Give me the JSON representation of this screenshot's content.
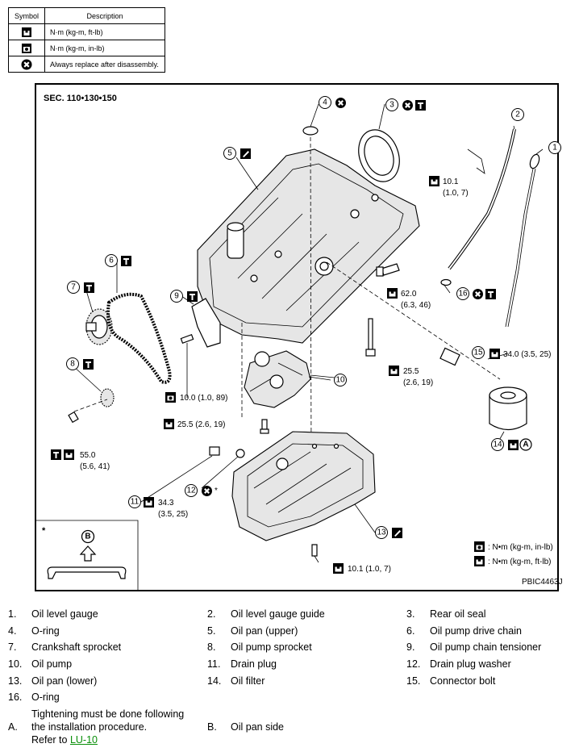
{
  "symbol_table": {
    "header_symbol": "Symbol",
    "header_description": "Description",
    "rows": [
      {
        "icon": "torque-wrench-ft-lb-icon",
        "description": "N·m (kg-m, ft-lb)"
      },
      {
        "icon": "torque-wrench-in-lb-icon",
        "description": "N·m (kg-m, in-lb)"
      },
      {
        "icon": "always-replace-icon",
        "description": "Always replace after disassembly."
      }
    ]
  },
  "diagram": {
    "section": "SEC. 110•130•150",
    "figure_id": "PBIC4463J",
    "callouts": [
      "1",
      "2",
      "3",
      "4",
      "5",
      "6",
      "7",
      "8",
      "9",
      "10",
      "11",
      "12",
      "13",
      "14",
      "15",
      "16"
    ],
    "letters": {
      "A": "A",
      "B": "B"
    },
    "asterisk": "*",
    "torques": {
      "t1": "10.1",
      "t1b": "(1.0, 7)",
      "t2": "62.0",
      "t2b": "(6.3, 46)",
      "t3": "25.5",
      "t3b": "(2.6, 19)",
      "t4": "34.0 (3.5, 25)",
      "t5": "10.0 (1.0, 89)",
      "t6": "25.5 (2.6, 19)",
      "t7": "55.0",
      "t7b": "(5.6, 41)",
      "t8": "34.3",
      "t8b": "(3.5, 25)",
      "t9": "10.1 (1.0, 7)"
    },
    "legend": {
      "in_lb": ": N•m (kg-m, in-lb)",
      "ft_lb": ": N•m (kg-m, ft-lb)"
    }
  },
  "parts": [
    {
      "num": "1.",
      "name": "Oil level gauge"
    },
    {
      "num": "2.",
      "name": "Oil level gauge guide"
    },
    {
      "num": "3.",
      "name": "Rear oil seal"
    },
    {
      "num": "4.",
      "name": "O-ring"
    },
    {
      "num": "5.",
      "name": "Oil pan (upper)"
    },
    {
      "num": "6.",
      "name": "Oil pump drive chain"
    },
    {
      "num": "7.",
      "name": "Crankshaft sprocket"
    },
    {
      "num": "8.",
      "name": "Oil pump sprocket"
    },
    {
      "num": "9.",
      "name": "Oil pump chain tensioner"
    },
    {
      "num": "10.",
      "name": "Oil pump"
    },
    {
      "num": "11.",
      "name": "Drain plug"
    },
    {
      "num": "12.",
      "name": "Drain plug washer"
    },
    {
      "num": "13.",
      "name": "Oil pan (lower)"
    },
    {
      "num": "14.",
      "name": "Oil filter"
    },
    {
      "num": "15.",
      "name": "Connector bolt"
    },
    {
      "num": "16.",
      "name": "O-ring"
    }
  ],
  "notes": {
    "a_num": "A.",
    "a_line1": "Tightening must be done following",
    "a_line2": "the installation procedure.",
    "a_line3": "Refer to ",
    "a_link": "LU-10",
    "b_num": "B.",
    "b_text": "Oil pan side"
  }
}
